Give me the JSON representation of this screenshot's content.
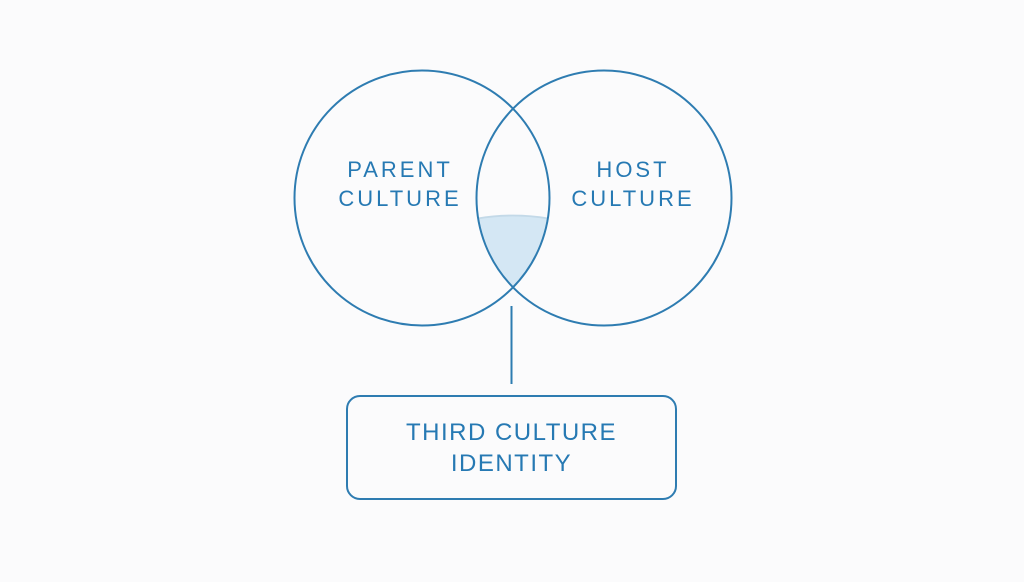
{
  "diagram": {
    "type": "venn",
    "left_circle": {
      "line1": "PARENT",
      "line2": "CULTURE"
    },
    "right_circle": {
      "line1": "HOST",
      "line2": "CULTURE"
    },
    "overlap": {
      "state": "partially-filled"
    },
    "callout": {
      "line1": "THIRD CULTURE",
      "line2": "IDENTITY"
    }
  },
  "colors": {
    "background": "#fbfbfc",
    "circle_stroke": "#2e7cb1",
    "label_text": "#2679b3",
    "overlap_fill": "#d4e7f4",
    "overlap_fill_edge": "#c3d9e8",
    "connector": "#2e7cb1",
    "callout_border": "#2e7cb1"
  }
}
